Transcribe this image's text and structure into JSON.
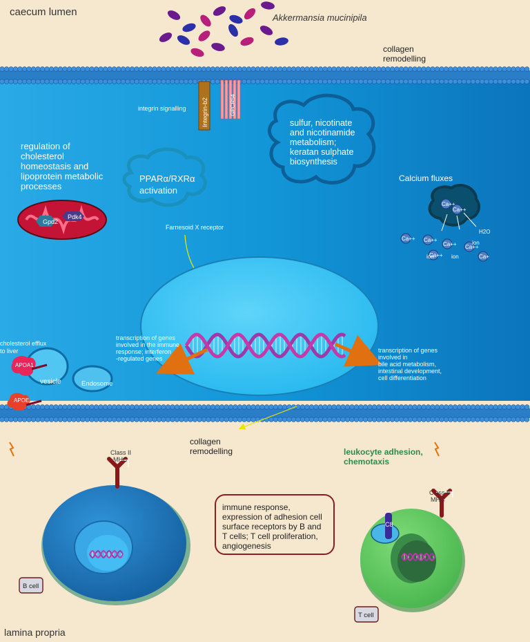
{
  "regions": {
    "lumen": "caecum lumen",
    "lamina": "lamina propria"
  },
  "bacteria": {
    "name": "Akkermansia mucinipila",
    "colors": [
      "#6a1a8c",
      "#2b2fa8",
      "#b81f7a"
    ]
  },
  "labels": {
    "collagen_top_1": "collagen",
    "collagen_top_2": "remodelling",
    "collagen_bottom_1": "collagen",
    "collagen_bottom_2": "remodelling",
    "integrin_signalling": "integrin signalling",
    "integrin_b2": "Integrin-b2",
    "gpcr": "GPCR54",
    "cholesterol": [
      "regulation of",
      "cholesterol",
      "homeostasis and",
      "lipoprotein metabolic",
      "processes"
    ],
    "ppar": [
      "PPARα/RXRα",
      "activation"
    ],
    "sulfur": [
      "sulfur, nicotinate",
      "and nicotinamide",
      "metabolism;",
      "keratan sulphate",
      "biosynthesis"
    ],
    "calcium_fluxes": "Calcium fluxes",
    "farnesoid": "Farnesoid X receptor",
    "gpd2": "Gpd2",
    "pdk4": "Pdk4",
    "transcription_left": [
      "transcription of genes",
      "involved in the immune",
      "response; interferon",
      "-regulated genes"
    ],
    "transcription_right": [
      "transcription of genes",
      "involved in",
      "bile acid metabolism,",
      "intestinal development,",
      "cell differentiation"
    ],
    "cholesterol_efflux": [
      "cholesterol efflux",
      "to liver"
    ],
    "apoa1": "APOA1",
    "vesicle": "vesicle",
    "endosome": "Endosome",
    "apoe": "APOE",
    "leukocyte": [
      "leukocyte adhesion,",
      "chemotaxis"
    ],
    "mhc_b": [
      "Class II",
      "MHC"
    ],
    "mhc_t": [
      "Class II",
      "MHC"
    ],
    "c8": "C8",
    "immune_box": [
      "immune response,",
      "expression of adhesion cell",
      "surface receptors by B and",
      "T cells; T cell proliferation,",
      "angiogenesis"
    ],
    "b_cell": "B cell",
    "t_cell": "T cell"
  },
  "calcium_ions": [
    "Ca++",
    "Ca++",
    "Ca++",
    "Ca++",
    "Ca++",
    "Ca++",
    "Ca++",
    "Ca+",
    "ion",
    "ion",
    "ion",
    "H2O"
  ],
  "colors": {
    "background": "#f6e8cf",
    "cytoplasm": "#1296d8",
    "nucleus": "#3ec4f6",
    "b_cell": "#1d7bc2",
    "t_cell": "#69cf68",
    "mitochondrion": "#c41435",
    "box_border": "#8a1d1d"
  }
}
